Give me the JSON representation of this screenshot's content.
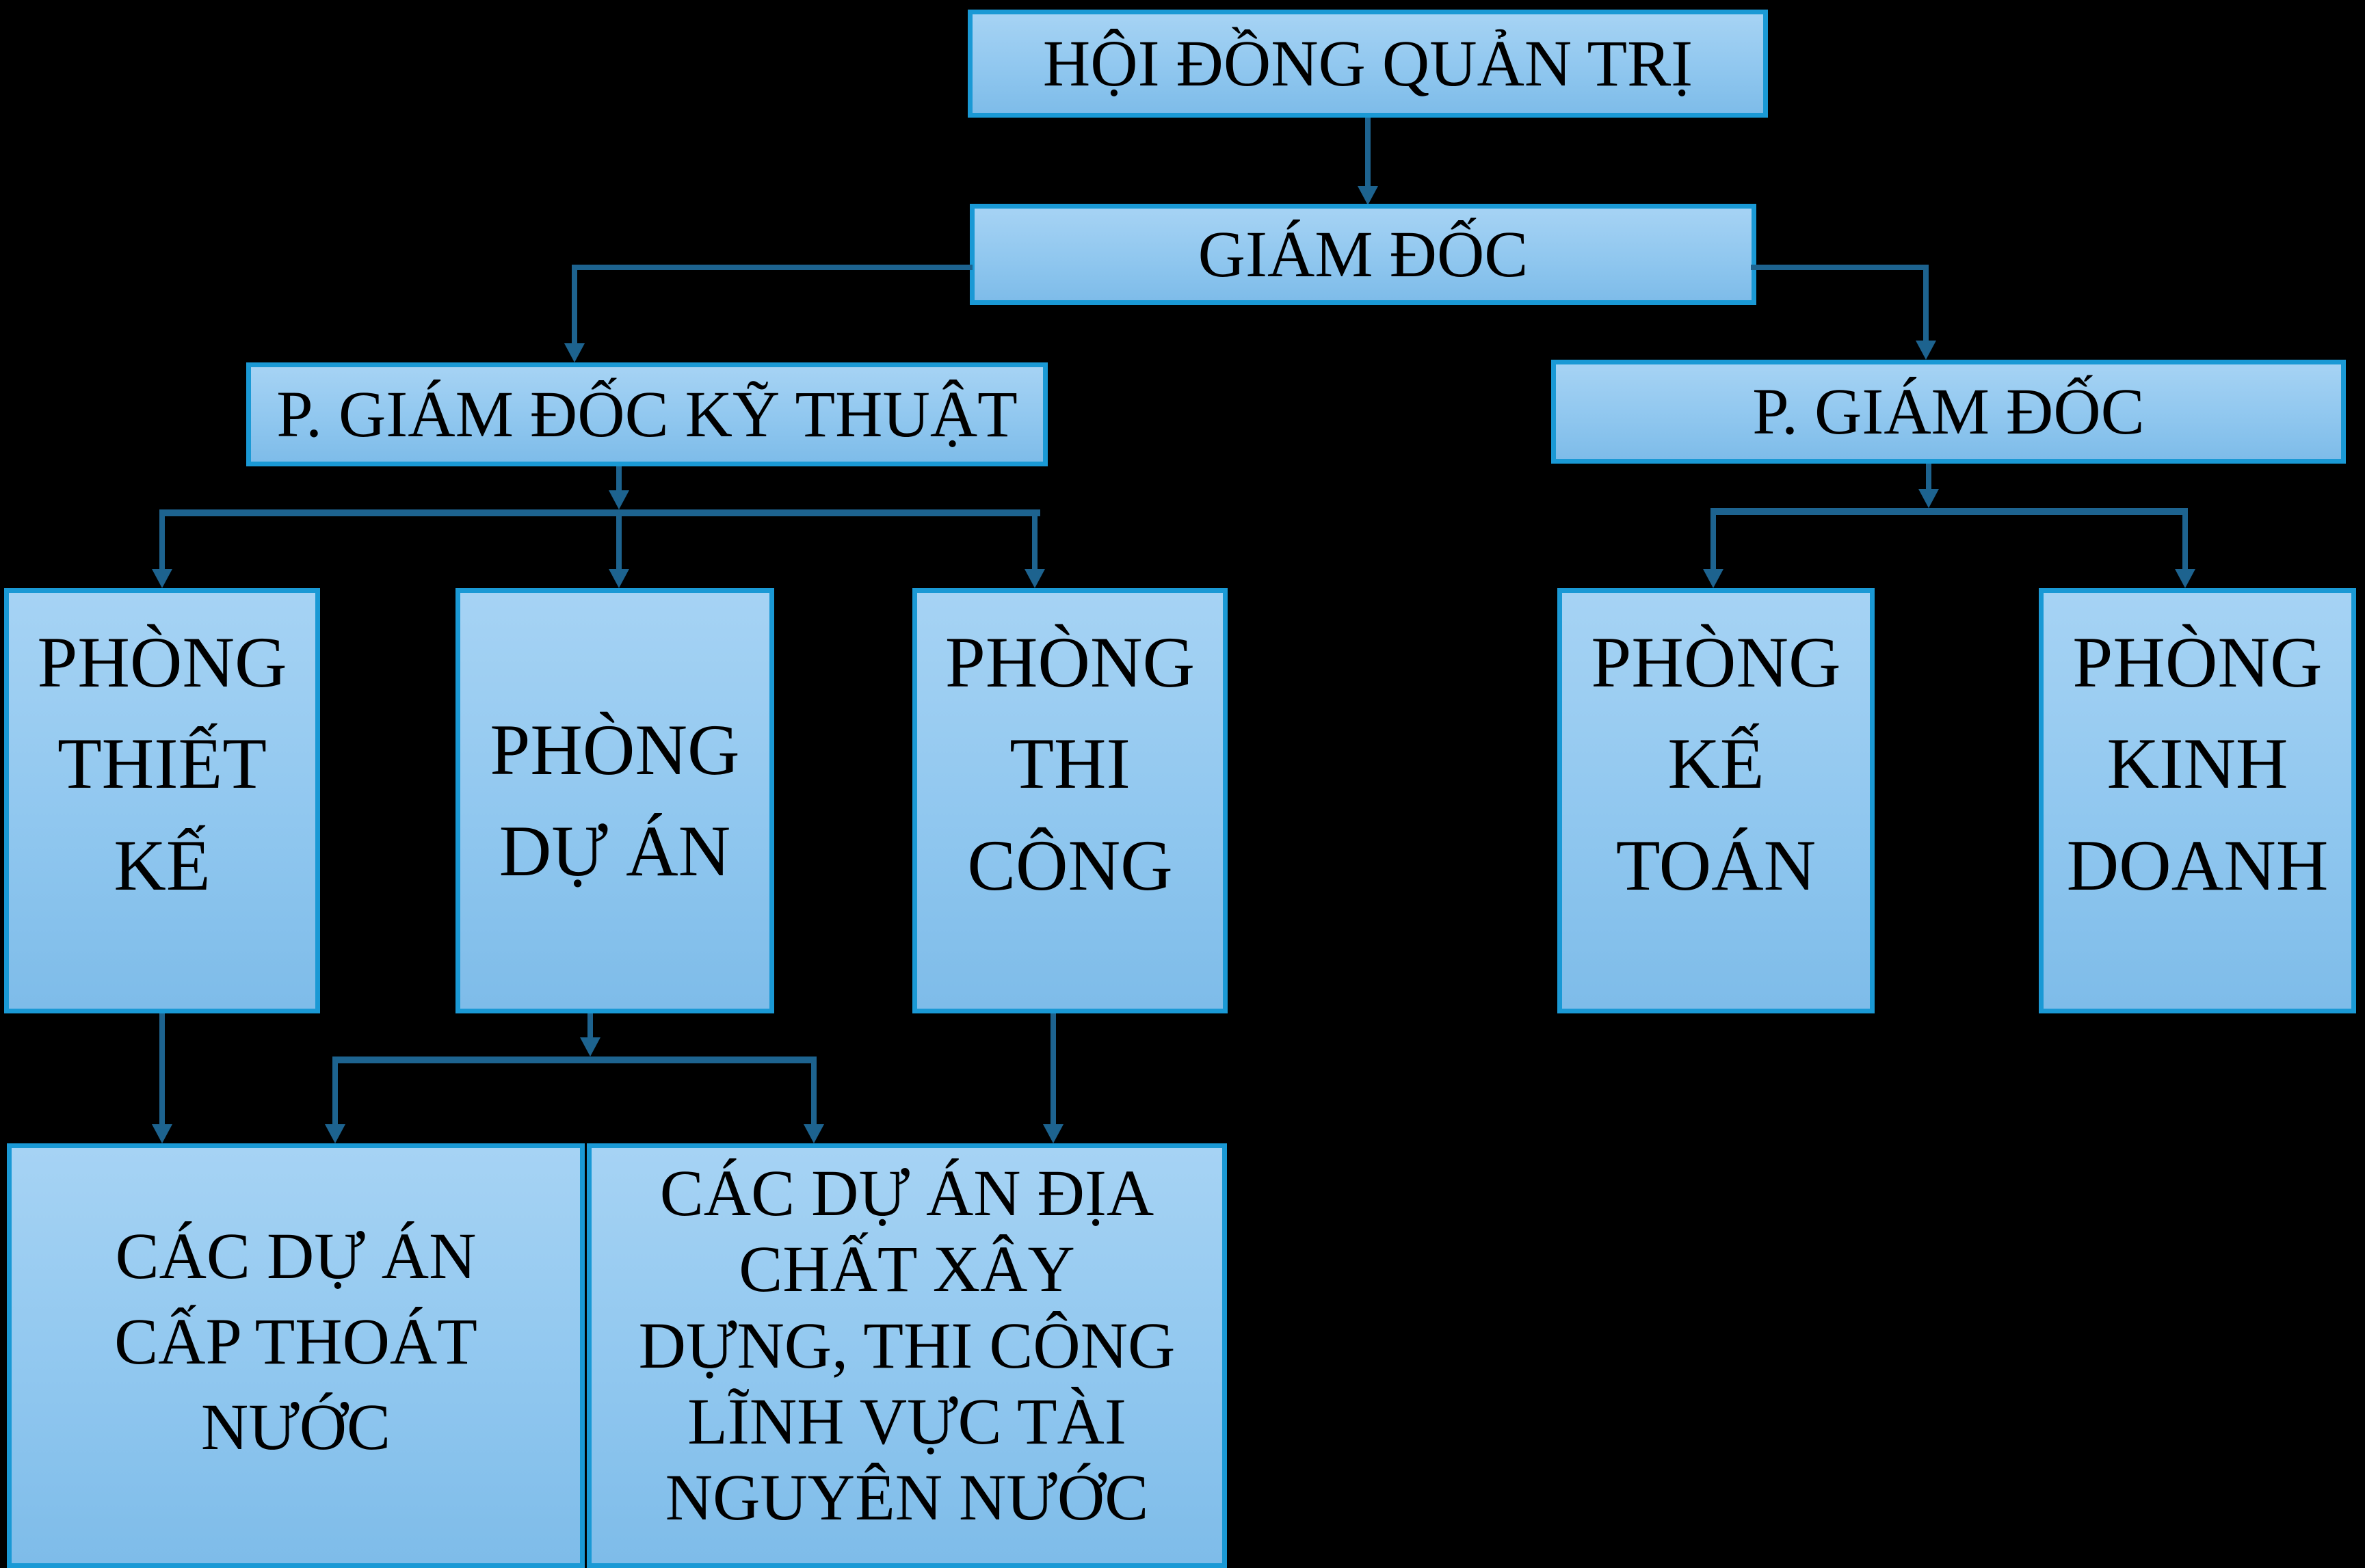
{
  "diagram": {
    "type": "org-chart",
    "nodes": {
      "board": {
        "label": "HỘI ĐỒNG QUẢN TRỊ"
      },
      "director": {
        "label": "GIÁM ĐỐC"
      },
      "deputy_technical": {
        "label": "P. GIÁM ĐỐC KỸ THUẬT"
      },
      "deputy_general": {
        "label": "P. GIÁM ĐỐC"
      },
      "design_dept": {
        "label": "PHÒNG\nTHIẾT\nKẾ"
      },
      "project_dept": {
        "label": "PHÒNG\nDỰ ÁN"
      },
      "construction_dept": {
        "label": "PHÒNG\nTHI\nCÔNG"
      },
      "accounting_dept": {
        "label": "PHÒNG\nKẾ\nTOÁN"
      },
      "business_dept": {
        "label": "PHÒNG\nKINH\nDOANH"
      },
      "water_projects": {
        "label": "CÁC DỰ ÁN\nCẤP THOÁT\nNƯỚC"
      },
      "geology_projects": {
        "label": "CÁC DỰ ÁN ĐỊA\nCHẤT XÂY\nDỰNG, THI CÔNG\nLĨNH VỰC TÀI\nNGUYÊN NƯỚC"
      }
    },
    "colors": {
      "background": "#000000",
      "box_border": "#1a99d5",
      "box_fill_top": "#a6d3f4",
      "box_fill_bottom": "#7ebce9",
      "connector": "#1d638f",
      "text": "#000000"
    }
  }
}
